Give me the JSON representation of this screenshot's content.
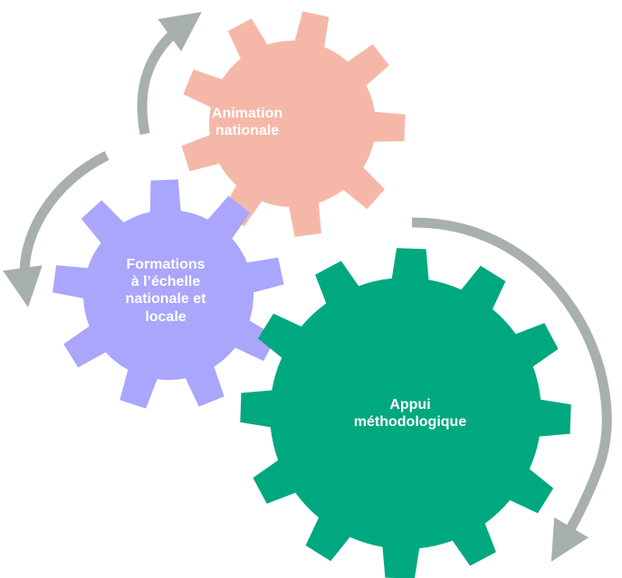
{
  "gears": [
    {
      "id": "animation",
      "lines": [
        "Animation",
        "nationale"
      ],
      "color": "#f5b8a8"
    },
    {
      "id": "formations",
      "lines": [
        "Formations",
        "à l’échelle",
        "nationale et",
        "locale"
      ],
      "color": "#a9a6fc"
    },
    {
      "id": "appui",
      "lines": [
        "Appui",
        "méthodologique"
      ],
      "color": "#00a880"
    }
  ],
  "arrow_color": "#a8b0ac",
  "text_color": "#ffffff"
}
